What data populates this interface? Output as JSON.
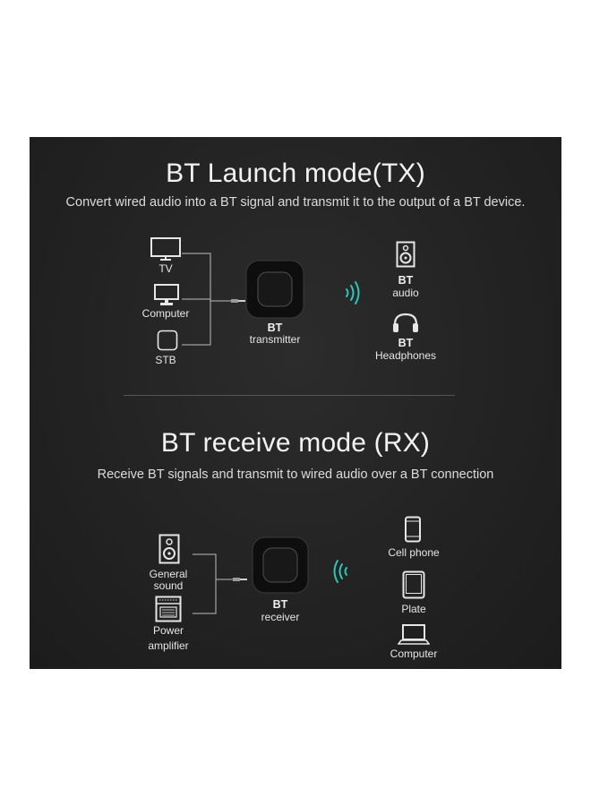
{
  "tx": {
    "title": "BT Launch mode(TX)",
    "subtitle": "Convert wired audio into a BT signal and transmit it to the output of a BT device.",
    "sources": [
      {
        "label": "TV",
        "icon": "tv-icon"
      },
      {
        "label": "Computer",
        "icon": "monitor-icon"
      },
      {
        "label": "STB",
        "icon": "set-top-box-icon"
      }
    ],
    "device": {
      "line1": "BT",
      "line2": "transmitter"
    },
    "outputs": [
      {
        "line1": "BT",
        "line2": "audio",
        "icon": "speaker-icon"
      },
      {
        "line1": "BT",
        "line2": "Headphones",
        "icon": "headphones-icon"
      }
    ]
  },
  "rx": {
    "title": "BT receive mode (RX)",
    "subtitle": "Receive BT signals and transmit to wired audio over a BT connection",
    "outputs": [
      {
        "line1": "General",
        "line2": "sound",
        "icon": "speaker-icon"
      },
      {
        "line1": "Power",
        "line2": "amplifier",
        "icon": "amplifier-icon"
      }
    ],
    "device": {
      "line1": "BT",
      "line2": "receiver"
    },
    "sources": [
      {
        "label": "Cell phone",
        "icon": "phone-icon"
      },
      {
        "label": "Plate",
        "icon": "tablet-icon"
      },
      {
        "label": "Computer",
        "icon": "laptop-icon"
      }
    ]
  },
  "colors": {
    "panel": "#222222",
    "signal": "#2ec4b6",
    "text": "#e6e6e6"
  }
}
